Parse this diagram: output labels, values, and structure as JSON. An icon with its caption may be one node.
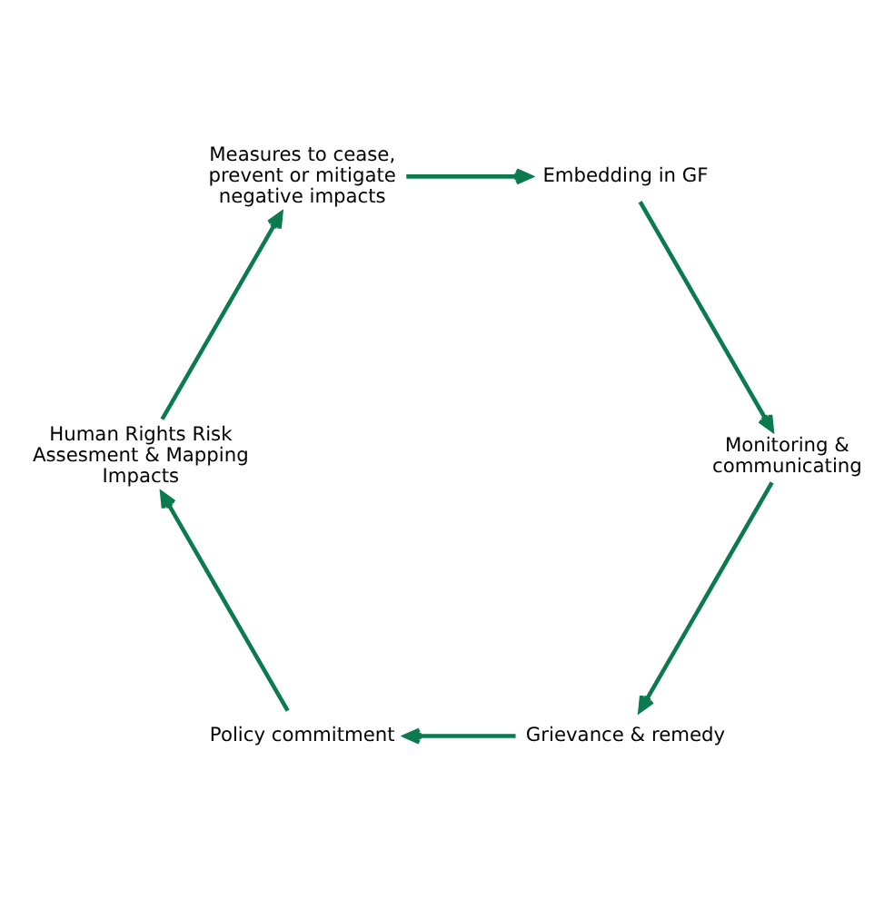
{
  "diagram": {
    "nodes": [
      {
        "text": [
          "Grievance & remedy"
        ]
      },
      {
        "text": [
          "Policy commitment"
        ]
      },
      {
        "text": [
          "Human Rights Risk Assesment & Mapping Impacts"
        ]
      },
      {
        "text": [
          "Measures to cease, prevent or mitigate negative impacts"
        ]
      },
      {
        "text": [
          "Embedding in GF"
        ]
      },
      {
        "text": [
          "Monitoring & communicating"
        ]
      }
    ],
    "edges": [
      {
        "from": 0,
        "to": 1,
        "arrow": "to"
      },
      {
        "from": 1,
        "to": 2,
        "arrow": "to"
      },
      {
        "from": 2,
        "to": 3,
        "arrow": "to"
      },
      {
        "from": 3,
        "to": 4,
        "arrow": "to"
      },
      {
        "from": 4,
        "to": 5,
        "arrow": "to"
      },
      {
        "from": 5,
        "to": 0,
        "arrow": "to"
      }
    ]
  }
}
